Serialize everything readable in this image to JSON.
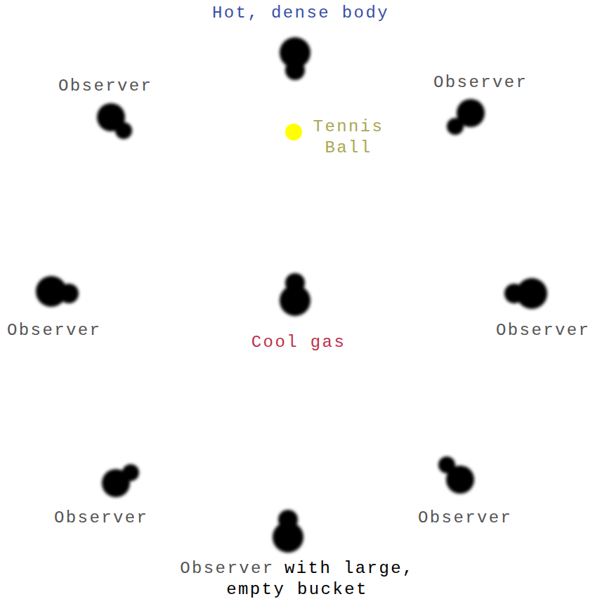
{
  "diagram": {
    "nodes": [
      {
        "text": [
          "Hot, dense body"
        ]
      },
      {
        "text": [
          "Observer"
        ]
      },
      {
        "text": [
          "Tennis Ball"
        ]
      },
      {
        "text": [
          "Observer"
        ]
      },
      {
        "text": [
          "Observer"
        ]
      },
      {
        "text": [
          "Cool gas"
        ]
      },
      {
        "text": [
          "Observer"
        ]
      },
      {
        "text": [
          "Observer"
        ]
      },
      {
        "text": [
          "Observer"
        ]
      },
      {
        "text": [
          "Observer",
          "with large, empty bucket"
        ]
      }
    ]
  }
}
